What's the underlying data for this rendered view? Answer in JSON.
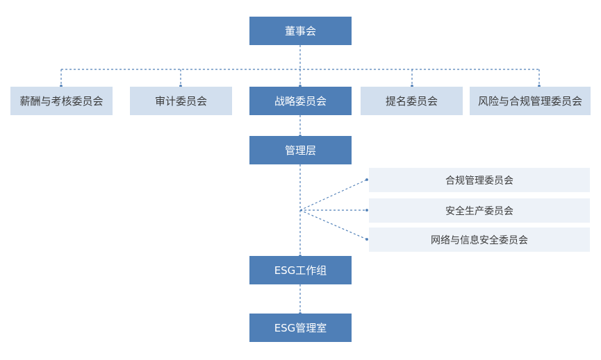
{
  "nodes": {
    "board": "董事会",
    "committees": {
      "compensation": "薪酬与考核委员会",
      "audit": "审计委员会",
      "strategy": "战略委员会",
      "nomination": "提名委员会",
      "risk_compliance": "风险与合规管理委员会"
    },
    "management": "管理层",
    "management_committees": {
      "compliance": "合规管理委员会",
      "safety_production": "安全生产委员会",
      "network_security": "网络与信息安全委员会"
    },
    "esg_working_group": "ESG工作组",
    "esg_office": "ESG管理室"
  },
  "colors": {
    "primary_box": "#4f7fb7",
    "secondary_box": "#d2dfee",
    "tertiary_box": "#edf2f8",
    "connector": "#4f7fb7"
  }
}
